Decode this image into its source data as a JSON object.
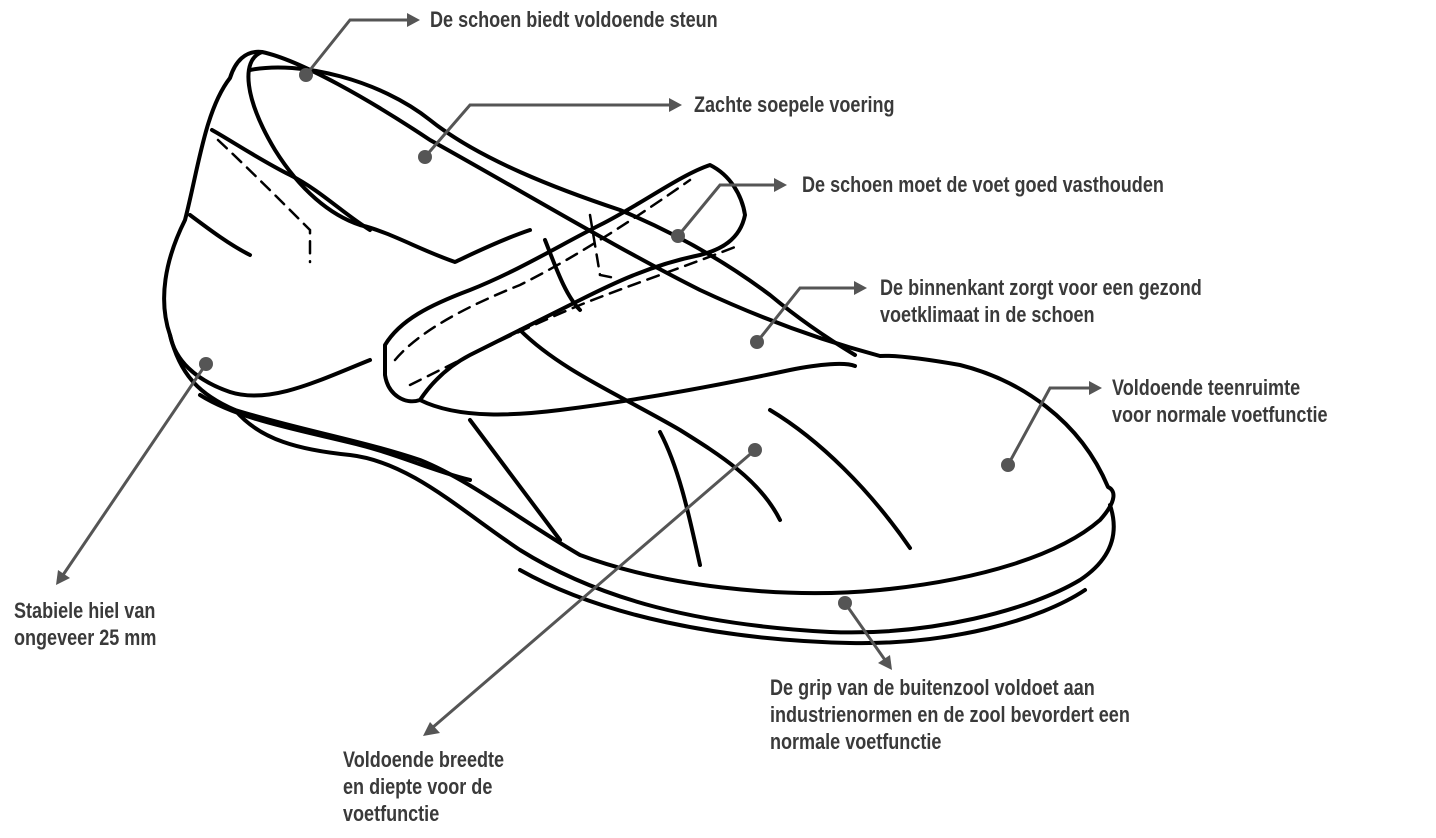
{
  "diagram": {
    "annotations": [
      {
        "id": "support",
        "lines": [
          "De schoen biedt voldoende steun"
        ]
      },
      {
        "id": "lining",
        "lines": [
          "Zachte soepele voering"
        ]
      },
      {
        "id": "hold",
        "lines": [
          "De schoen moet de voet goed vasthouden"
        ]
      },
      {
        "id": "climate",
        "lines": [
          "De binnenkant zorgt voor een gezond",
          "voetklimaat in de schoen"
        ]
      },
      {
        "id": "toe",
        "lines": [
          "Voldoende teenruimte",
          "voor normale voetfunctie"
        ]
      },
      {
        "id": "heel",
        "lines": [
          "Stabiele hiel van",
          "ongeveer 25 mm"
        ]
      },
      {
        "id": "sole",
        "lines": [
          "De grip van de buitenzool voldoet aan",
          "industrienormen en de zool bevordert een",
          "normale voetfunctie"
        ]
      },
      {
        "id": "width",
        "lines": [
          "Voldoende breedte",
          "en diepte voor de",
          "voetfunctie"
        ]
      }
    ],
    "colors": {
      "outline": "#000000",
      "leader": "#555555",
      "text": "#3a3a3a"
    }
  }
}
